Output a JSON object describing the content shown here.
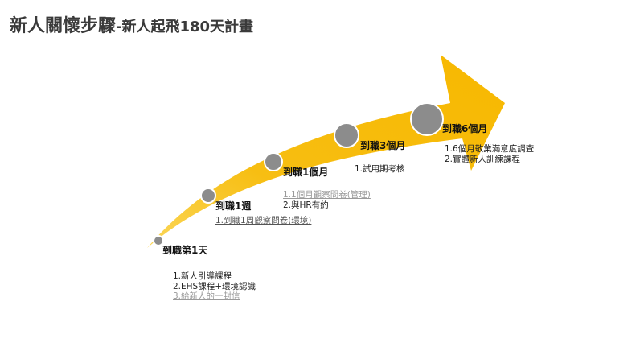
{
  "title": {
    "main": "新人關懷步驟",
    "sub": "-新人起飛180天計畫"
  },
  "colors": {
    "arrow": "#f7be12",
    "arrow_light": "#fbd75a",
    "node": "#8c8c8c",
    "node_border": "#ffffff"
  },
  "milestones": [
    {
      "label": "到職第1天",
      "tasks": [
        "1.新人引導課程",
        "2.EHS課程+環境認識",
        "3.給新人的一封信"
      ]
    },
    {
      "label": "到職1週",
      "tasks": [
        "1.到職1周觀察問卷(環境)"
      ]
    },
    {
      "label": "到職1個月",
      "tasks": [
        "1.1個月觀察問卷(管理)",
        "2.與HR有約"
      ]
    },
    {
      "label": "到職3個月",
      "tasks": [
        "1.試用期考核"
      ]
    },
    {
      "label": "到職6個月",
      "tasks": [
        "1.6個月敬業滿意度調查",
        "2.實體新人訓練課程"
      ]
    }
  ]
}
